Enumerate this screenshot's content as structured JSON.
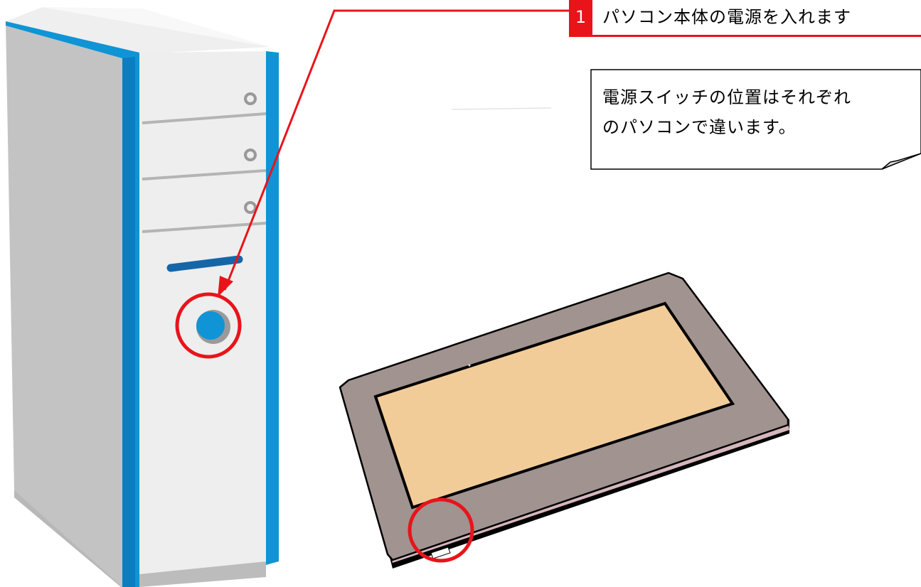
{
  "step": {
    "number": "1",
    "text": "パソコン本体の電源を入れます"
  },
  "note": {
    "line1": "電源スイッチの位置はそれぞれ",
    "line2": "のパソコンで違います。"
  },
  "colors": {
    "accent_red": "#e8141a",
    "tower_blue": "#0f94d6",
    "tower_body": "#efefef",
    "laptop_frame": "#a09390",
    "laptop_screen": "#f2cc98"
  }
}
